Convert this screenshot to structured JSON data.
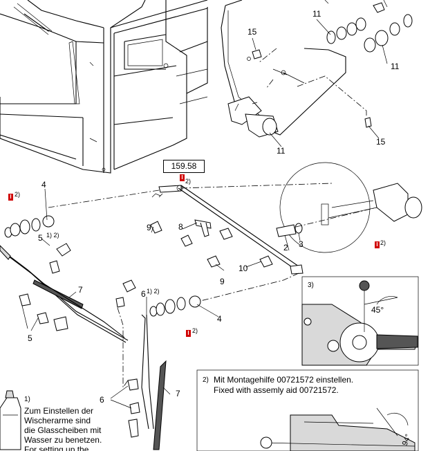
{
  "reference_box": "159.58",
  "marker_glyph": "I",
  "labels": {
    "p11a": "11",
    "p11b": "11",
    "p11c": "11",
    "p15a": "15",
    "p15b": "15",
    "p4a": "4",
    "p4b": "4",
    "p9a": "9",
    "p9b": "9",
    "p8": "8",
    "p10": "10",
    "p2": "2",
    "p3": "3",
    "p5a": "5",
    "p5b": "5",
    "p7a": "7",
    "p7b": "7",
    "p6a": "6",
    "p6b": "6"
  },
  "footnote_marks": {
    "m1": "2)",
    "m2": "2)",
    "m3": "2)",
    "m4": "2)",
    "m5": "1) 2)",
    "m6": "1) 2)"
  },
  "detail": {
    "label": "3)",
    "angle": "45°",
    "angle2": "94°"
  },
  "note1": {
    "mark": "1)",
    "lines": [
      "Zum Einstellen der",
      "Wischerarme sind",
      "die Glasscheiben mit",
      "Wasser zu benetzen.",
      "For setting up the"
    ]
  },
  "note2": {
    "mark": "2)",
    "line_de": "Mit Montagehilfe 00721572 einstellen.",
    "line_en": "Fixed with assemly aid 00721572."
  }
}
